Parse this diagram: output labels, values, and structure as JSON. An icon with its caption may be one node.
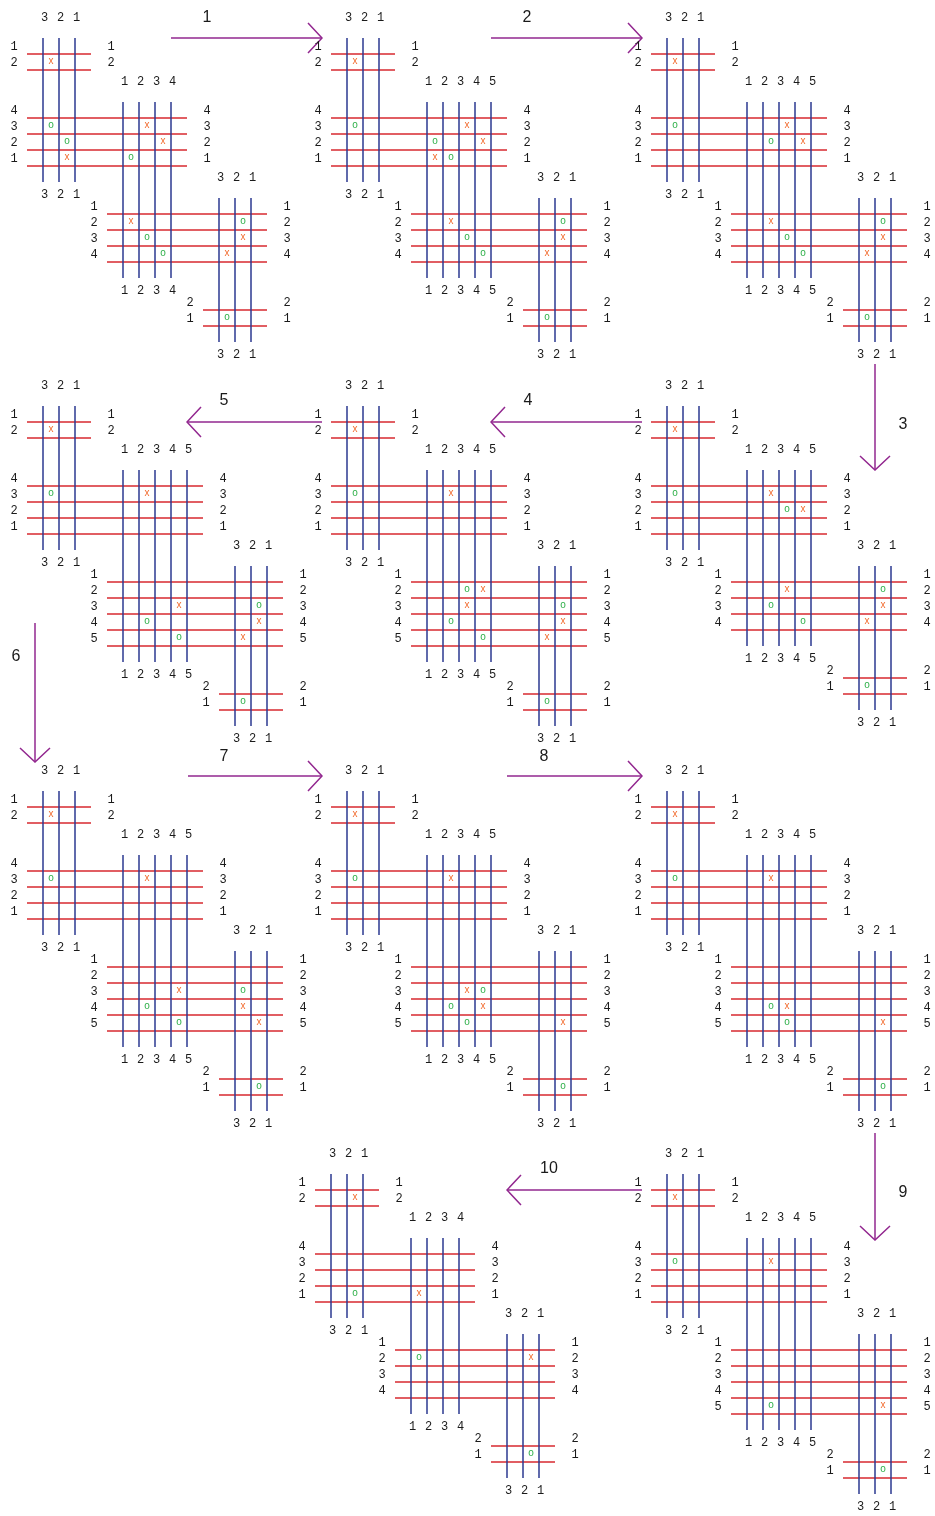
{
  "diagram": {
    "nodes": [
      {
        "text": [
          "3 2 1",
          "1 2",
          "1 2",
          "1 2 3 4",
          "4 3 2 1",
          "4 3 2 1",
          "3 2 1",
          "3 2 1",
          "1 2 3 4",
          "1 2 3 4",
          "1 2 3 4",
          "2 1",
          "2 1",
          "3 2 1",
          "x",
          "o",
          "x",
          "o",
          "x",
          "x",
          "o",
          "x",
          "o",
          "o",
          "x",
          "o",
          "x",
          "o"
        ]
      },
      {
        "text": [
          "3 2 1",
          "1 2",
          "1 2",
          "1 2 3 4 5",
          "4 3 2 1",
          "4 3 2 1",
          "3 2 1",
          "3 2 1",
          "1 2 3 4",
          "1 2 3 4",
          "1 2 3 4 5",
          "2 1",
          "2 1",
          "3 2 1",
          "x",
          "o",
          "x",
          "o",
          "x",
          "x",
          "o",
          "x",
          "o",
          "o",
          "x",
          "o",
          "x",
          "o"
        ]
      },
      {
        "text": [
          "3 2 1",
          "1 2",
          "1 2",
          "1 2 3 4 5",
          "4 3 2 1",
          "4 3 2 1",
          "3 2 1",
          "3 2 1",
          "1 2 3 4",
          "1 2 3 4",
          "1 2 3 4 5",
          "2 1",
          "2 1",
          "3 2 1",
          "x",
          "o",
          "x",
          "o",
          "x",
          "x",
          "o",
          "o",
          "x",
          "o",
          "x",
          "o"
        ]
      },
      {
        "text": [
          "3 2 1",
          "1 2",
          "1 2",
          "1 2 3 4 5",
          "4 3 2 1",
          "4 3 2 1",
          "3 2 1",
          "3 2 1",
          "1 2 3 4 5",
          "1 2 3 4 5",
          "1 2 3 4 5",
          "2 1",
          "2 1",
          "3 2 1",
          "x",
          "o",
          "x",
          "x",
          "o",
          "o",
          "x",
          "o",
          "x",
          "o"
        ]
      },
      {
        "text": [
          "3 2 1",
          "1 2",
          "1 2",
          "1 2 3 4 5",
          "4 3 2 1",
          "4 3 2 1",
          "3 2 1",
          "3 2 1",
          "1 2 3 4 5",
          "1 2 3 4 5",
          "1 2 3 4 5",
          "2 1",
          "2 1",
          "3 2 1",
          "x",
          "o",
          "x",
          "o",
          "x",
          "x",
          "o",
          "o",
          "x",
          "o",
          "x",
          "o"
        ]
      },
      {
        "text": [
          "3 2 1",
          "1 2",
          "1 2",
          "1 2 3 4 5",
          "4 3 2 1",
          "4 3 2 1",
          "3 2 1",
          "3 2 1",
          "1 2 3 4",
          "1 2 3 4",
          "1 2 3 4 5",
          "2 1",
          "2 1",
          "3 2 1",
          "x",
          "o",
          "x",
          "o",
          "x",
          "x",
          "o",
          "o",
          "x",
          "o",
          "x",
          "o"
        ]
      },
      {
        "text": [
          "3 2 1",
          "1 2",
          "1 2",
          "1 2 3 4 5",
          "4 3 2 1",
          "4 3 2 1",
          "3 2 1",
          "3 2 1",
          "1 2 3 4 5",
          "1 2 3 4 5",
          "1 2 3 4 5",
          "2 1",
          "2 1",
          "3 2 1",
          "x",
          "o",
          "x",
          "x",
          "o",
          "o",
          "x",
          "o",
          "x",
          "o"
        ]
      },
      {
        "text": [
          "3 2 1",
          "1 2",
          "1 2",
          "1 2 3 4 5",
          "4 3 2 1",
          "4 3 2 1",
          "3 2 1",
          "3 2 1",
          "1 2 3 4 5",
          "1 2 3 4 5",
          "1 2 3 4 5",
          "2 1",
          "2 1",
          "3 2 1",
          "x",
          "o",
          "x",
          "x",
          "o",
          "o",
          "x",
          "o",
          "x",
          "o"
        ]
      },
      {
        "text": [
          "3 2 1",
          "1 2",
          "1 2",
          "1 2 3 4 5",
          "4 3 2 1",
          "4 3 2 1",
          "3 2 1",
          "3 2 1",
          "1 2 3 4 5",
          "1 2 3 4 5",
          "1 2 3 4 5",
          "2 1",
          "2 1",
          "3 2 1",
          "x",
          "o",
          "x",
          "o",
          "x",
          "o",
          "x",
          "o"
        ]
      },
      {
        "text": [
          "3 2 1",
          "1 2",
          "1 2",
          "1 2 3 4",
          "4 3 2 1",
          "4 3 2 1",
          "3 2 1",
          "3 2 1",
          "1 2 3 4",
          "1 2 3 4",
          "1 2 3 4",
          "2 1",
          "2 1",
          "3 2 1",
          "x",
          "o",
          "x",
          "o",
          "x",
          "o"
        ]
      },
      {
        "text": [
          "3 2 1",
          "1 2",
          "1 2",
          "1 2 3 4 5",
          "4 3 2 1",
          "4 3 2 1",
          "3 2 1",
          "3 2 1",
          "1 2 3 4 5",
          "1 2 3 4 5",
          "1 2 3 4 5",
          "2 1",
          "2 1",
          "3 2 1",
          "x",
          "o",
          "x",
          "o",
          "x",
          "o"
        ]
      }
    ],
    "edges": [
      {
        "from": 0,
        "to": 1,
        "arrow": "to",
        "label": "1"
      },
      {
        "from": 1,
        "to": 2,
        "arrow": "to",
        "label": "2"
      },
      {
        "from": 2,
        "to": 5,
        "arrow": "to",
        "label": "3"
      },
      {
        "from": 5,
        "to": 4,
        "arrow": "to",
        "label": "4"
      },
      {
        "from": 4,
        "to": 3,
        "arrow": "to",
        "label": "5"
      },
      {
        "from": 3,
        "to": 6,
        "arrow": "to",
        "label": "6"
      },
      {
        "from": 6,
        "to": 7,
        "arrow": "to",
        "label": "7"
      },
      {
        "from": 7,
        "to": 8,
        "arrow": "to",
        "label": "8"
      },
      {
        "from": 8,
        "to": 10,
        "arrow": "to",
        "label": "9"
      },
      {
        "from": 10,
        "to": 9,
        "arrow": "to",
        "label": "10"
      }
    ]
  }
}
